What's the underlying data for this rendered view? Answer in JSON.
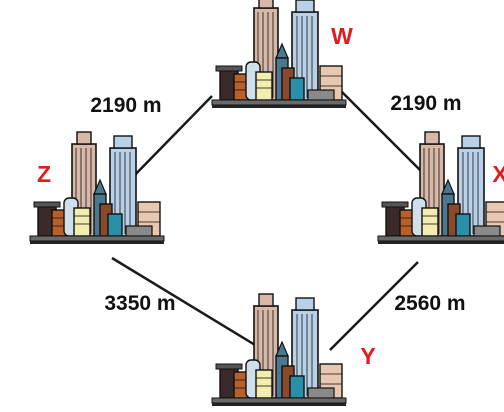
{
  "colors": {
    "city_label": "#e01d1d",
    "road": "#1a1a1a",
    "skyscraper_tan": "#d8b8a8",
    "skyscraper_blue": "#b8d0e8",
    "brick": "#b8602a",
    "teal": "#2a8fa8",
    "cream": "#f3ecb0",
    "ground": "#6a6a6a"
  },
  "cities": [
    {
      "id": "W",
      "label": "W"
    },
    {
      "id": "Z",
      "label": "Z"
    },
    {
      "id": "X",
      "label": "X"
    },
    {
      "id": "Y",
      "label": "Y"
    }
  ],
  "distances": [
    {
      "from": "Z",
      "to": "W",
      "label": "2190 m"
    },
    {
      "from": "W",
      "to": "X",
      "label": "2190 m"
    },
    {
      "from": "Z",
      "to": "Y",
      "label": "3350 m"
    },
    {
      "from": "X",
      "to": "Y",
      "label": "2560 m"
    }
  ]
}
